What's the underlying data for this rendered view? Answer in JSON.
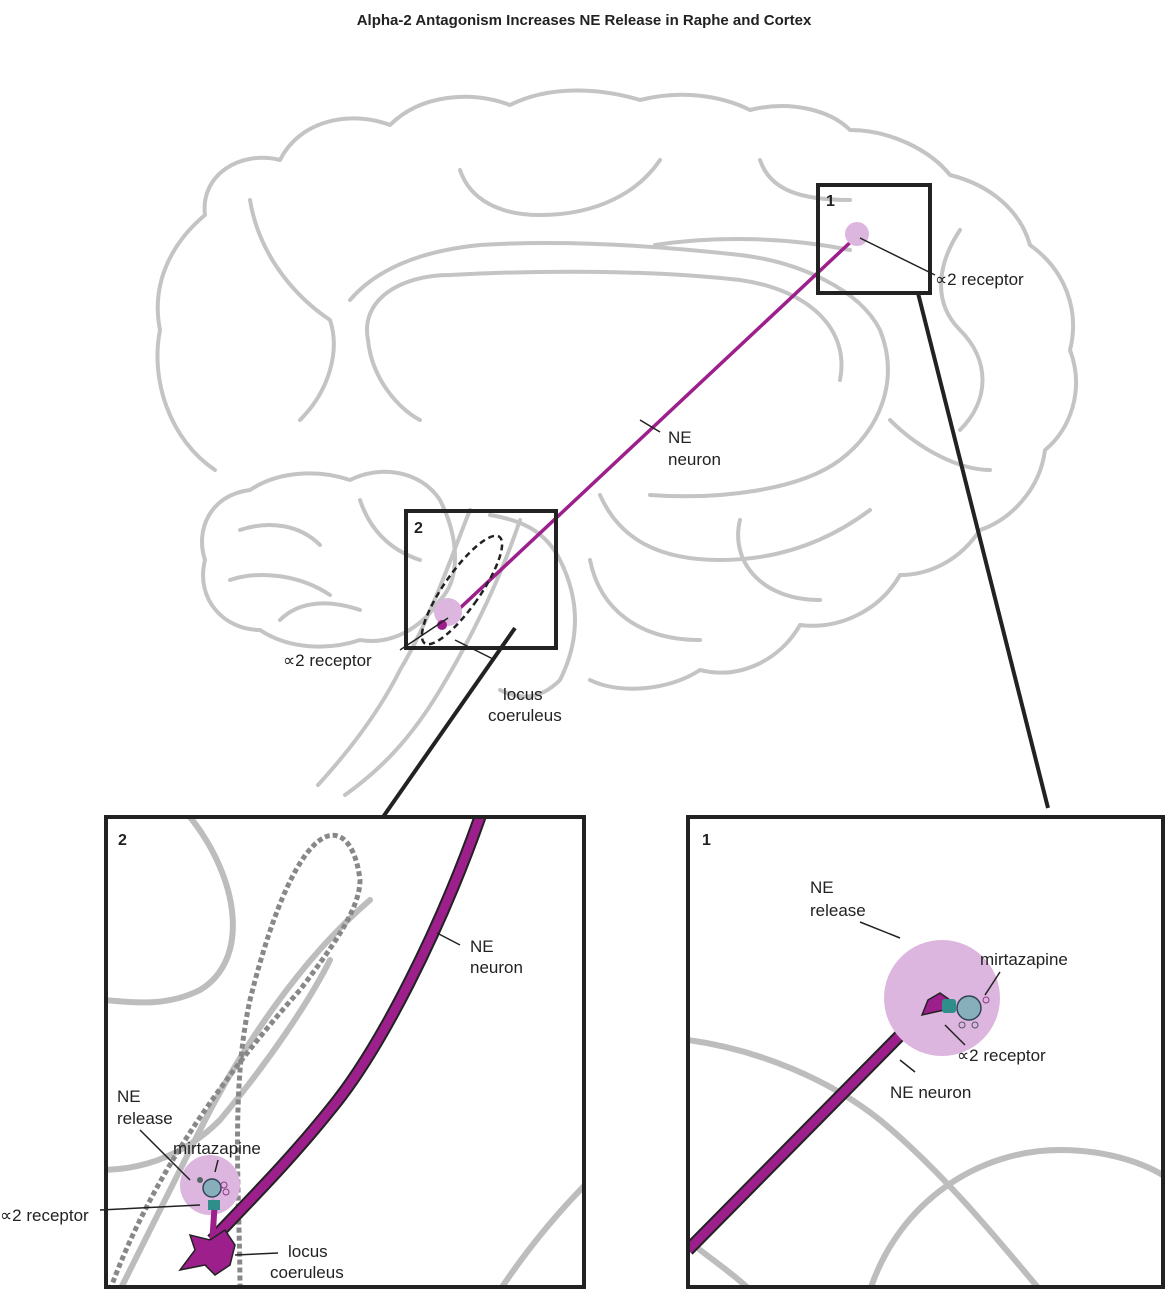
{
  "title": "Alpha-2 Antagonism Increases NE Release in Raphe and Cortex",
  "colors": {
    "neuron": "#9c1f8c",
    "release": "#dcb6de",
    "receptor": "#2f8e8a",
    "drug": "#86aebb",
    "brain_outline": "#c4c4c4"
  },
  "overview": {
    "box1_label": "1",
    "box2_label": "2",
    "cortex_receptor_label": "∝2 receptor",
    "ne_neuron_label_line1": "NE",
    "ne_neuron_label_line2": "neuron",
    "lc_receptor_label": "∝2 receptor",
    "lc_label_line1": "locus",
    "lc_label_line2": "coeruleus"
  },
  "inset2": {
    "label": "2",
    "ne_neuron_line1": "NE",
    "ne_neuron_line2": "neuron",
    "ne_release_line1": "NE",
    "ne_release_line2": "release",
    "mirtazapine": "mirtazapine",
    "receptor": "∝2 receptor",
    "lc_line1": "locus",
    "lc_line2": "coeruleus"
  },
  "inset1": {
    "label": "1",
    "ne_release_line1": "NE",
    "ne_release_line2": "release",
    "mirtazapine": "mirtazapine",
    "receptor": "∝2 receptor",
    "ne_neuron": "NE neuron"
  }
}
